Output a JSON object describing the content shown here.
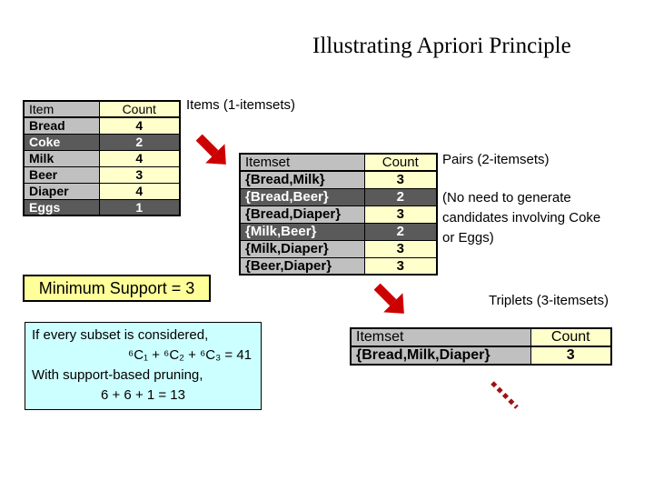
{
  "title": "Illustrating Apriori Principle",
  "labels": {
    "items": "Items (1-itemsets)",
    "pairs": "Pairs (2-itemsets)",
    "triplets": "Triplets (3-itemsets)"
  },
  "note_lines": [
    "(No need to generate",
    "candidates involving Coke",
    "or Eggs)"
  ],
  "min_support_label": "Minimum Support = 3",
  "items_table": {
    "headers": [
      "Item",
      "Count"
    ],
    "rows": [
      {
        "item": "Bread",
        "count": "4",
        "pruned": false
      },
      {
        "item": "Coke",
        "count": "2",
        "pruned": true
      },
      {
        "item": "Milk",
        "count": "4",
        "pruned": false
      },
      {
        "item": "Beer",
        "count": "3",
        "pruned": false
      },
      {
        "item": "Diaper",
        "count": "4",
        "pruned": false
      },
      {
        "item": "Eggs",
        "count": "1",
        "pruned": true
      }
    ]
  },
  "pairs_table": {
    "headers": [
      "Itemset",
      "Count"
    ],
    "rows": [
      {
        "item": "{Bread,Milk}",
        "count": "3",
        "pruned": false
      },
      {
        "item": "{Bread,Beer}",
        "count": "2",
        "pruned": true
      },
      {
        "item": "{Bread,Diaper}",
        "count": "3",
        "pruned": false
      },
      {
        "item": "{Milk,Beer}",
        "count": "2",
        "pruned": true
      },
      {
        "item": "{Milk,Diaper}",
        "count": "3",
        "pruned": false
      },
      {
        "item": "{Beer,Diaper}",
        "count": "3",
        "pruned": false
      }
    ]
  },
  "triplets_table": {
    "headers": [
      "Itemset",
      "Count"
    ],
    "rows": [
      {
        "item": "{Bread,Milk,Diaper}",
        "count": "3",
        "pruned": false
      }
    ]
  },
  "counting_box": {
    "line1": "If every subset is considered,",
    "line2": "⁶C₁ + ⁶C₂ + ⁶C₃ = 41",
    "line3": "With support-based pruning,",
    "line4": "6 + 6 + 1 = 13"
  },
  "icons": {
    "arrow_items_to_pairs": "down-right-arrow",
    "arrow_pairs_to_triplets": "down-right-arrow",
    "continuation": "dotted-down-right-line"
  },
  "colors": {
    "arrow_red": "#cc0000",
    "dotted_red": "#a01010",
    "table_gray": "#c0c0c0",
    "table_yellow": "#ffffcc",
    "pruned_dark": "#5a5a5a",
    "highlight_yellow": "#ffff99",
    "note_cyan": "#ccffff"
  }
}
